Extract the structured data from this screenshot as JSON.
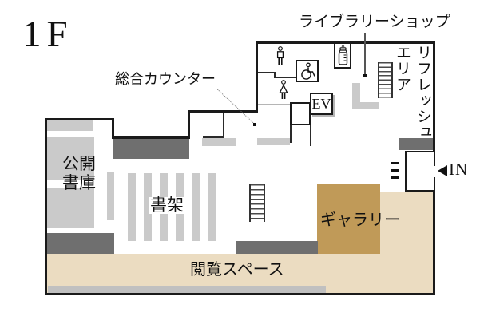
{
  "page": {
    "floor_label": "1F"
  },
  "map": {
    "labels": {
      "library_shop": "ライブラリーショップ",
      "refresh_area": "リフレッシュエリア",
      "general_counter": "総合カウンター",
      "elevator": "EV",
      "open_stacks": "公開書庫",
      "bookshelves": "書架",
      "gallery": "ギャラリー",
      "reading_space": "閲覧スペース"
    },
    "entrance": {
      "arrow_icon": "left-triangle",
      "label": "IN"
    },
    "icons": {
      "restroom_male": "mens-restroom-icon",
      "restroom_female": "womens-restroom-icon",
      "restroom_accessible": "wheelchair-icon",
      "nursing_room": "baby-bottle-icon",
      "stairs_upper": "stairs-icon",
      "stairs_main": "stairs-icon",
      "entrance_steps": "steps-icon"
    },
    "colors": {
      "wall": "#1a1a1a",
      "shelf_gray": "#cacaca",
      "dark_gray": "#6f6f6f",
      "reading_beige": "#ebdcc1",
      "gallery_brown": "#c09a58",
      "floor_strip_gray": "#c0c0c0"
    }
  }
}
